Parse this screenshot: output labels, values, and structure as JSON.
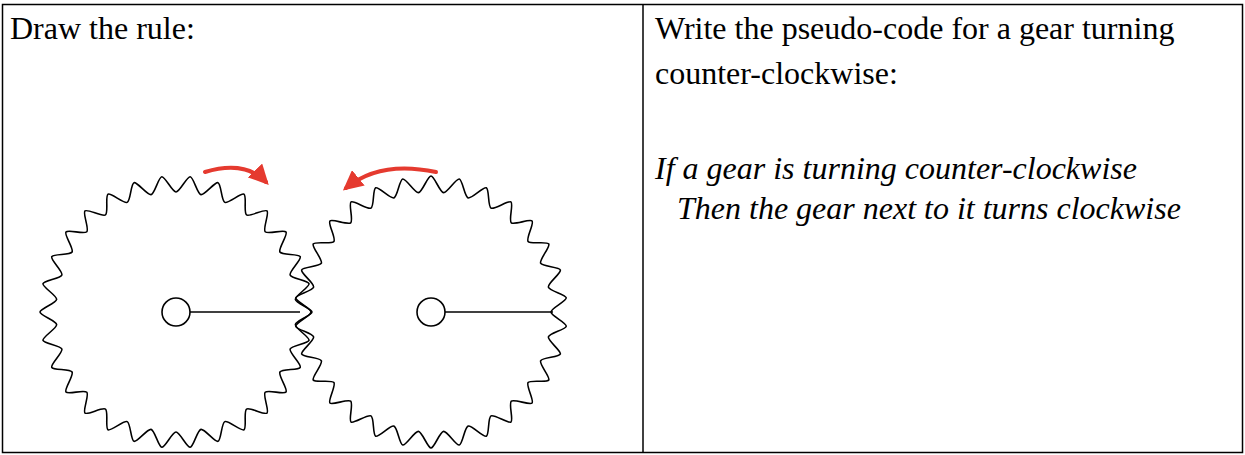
{
  "diagram": {
    "labels": [
      "Draw the rule:",
      "Write the pseudo-code for a gear turning counter-clockwise:",
      "If a gear is turning counter-clockwise",
      "Then the gear next to it turns clockwise"
    ]
  }
}
